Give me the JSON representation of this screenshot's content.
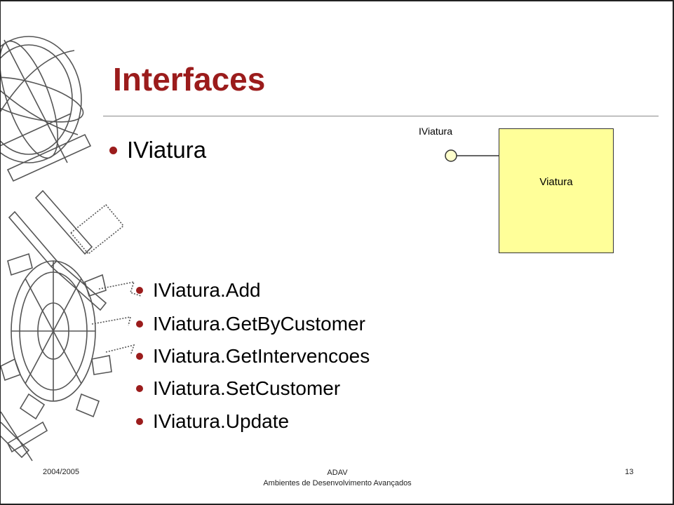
{
  "slide": {
    "title": "Interfaces",
    "main_bullet": "IViatura",
    "sub_bullets": [
      "IViatura.Add",
      "IViatura.GetByCustomer",
      "IViatura.GetIntervencoes",
      "IViatura.SetCustomer",
      "IViatura.Update"
    ],
    "diagram": {
      "interface_label": "IViatura",
      "class_label": "Viatura"
    }
  },
  "footer": {
    "date": "2004/2005",
    "course_code": "ADAV",
    "course_name": "Ambientes de Desenvolvimento Avançados",
    "page_number": "13"
  },
  "colors": {
    "title": "#9b1c1c",
    "bullet": "#9b1c1c",
    "class_fill": "#ffff99",
    "interface_lollipop_fill": "#ffffcc"
  },
  "icons": {
    "background": "decorative-engraving-icon"
  }
}
